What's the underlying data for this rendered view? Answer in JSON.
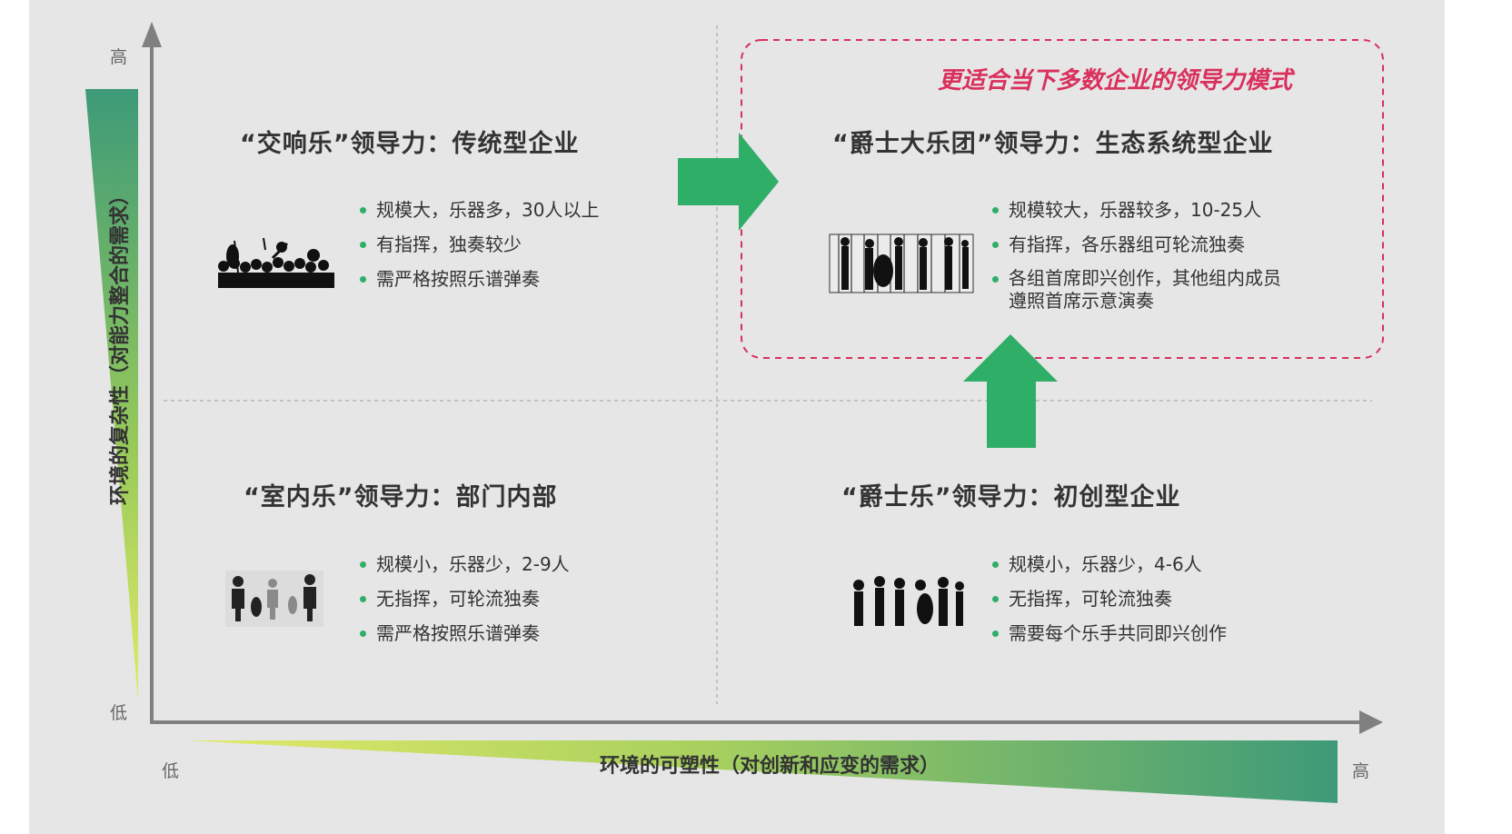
{
  "axes": {
    "y_high": "高",
    "y_low": "低",
    "y_label": "环境的复杂性（对能力整合的需求）",
    "x_low": "低",
    "x_high": "高",
    "x_label": "环境的可塑性（对创新和应变的需求）"
  },
  "highlight": "更适合当下多数企业的领导力模式",
  "quadrants": {
    "top_left": {
      "title": "“交响乐”领导力：传统型企业",
      "icon": "orchestra-silhouette-icon",
      "bullets": [
        "规模大，乐器多，30人以上",
        "有指挥，独奏较少",
        "需严格按照乐谱弹奏"
      ]
    },
    "top_right": {
      "title": "“爵士大乐团”领导力：生态系统型企业",
      "icon": "big-band-silhouette-icon",
      "bullets": [
        "规模较大，乐器较多，10-25人",
        "有指挥，各乐器组可轮流独奏"
      ],
      "bullet3_line1": "各组首席即兴创作，其他组内成员",
      "bullet3_line2": "遵照首席示意演奏"
    },
    "bottom_left": {
      "title": "“室内乐”领导力：部门内部",
      "icon": "chamber-ensemble-silhouette-icon",
      "bullets": [
        "规模小，乐器少，2-9人",
        "无指挥，可轮流独奏",
        "需严格按照乐谱弹奏"
      ]
    },
    "bottom_right": {
      "title": "“爵士乐”领导力：初创型企业",
      "icon": "jazz-combo-silhouette-icon",
      "bullets": [
        "规模小，乐器少，4-6人",
        "无指挥，可轮流独奏",
        "需要每个乐手共同即兴创作"
      ]
    }
  },
  "colors": {
    "accent_green": "#2fae68",
    "highlight_pink": "#d9305c",
    "gradient_dark": "#3d9a78",
    "gradient_light": "#cfe25a"
  }
}
